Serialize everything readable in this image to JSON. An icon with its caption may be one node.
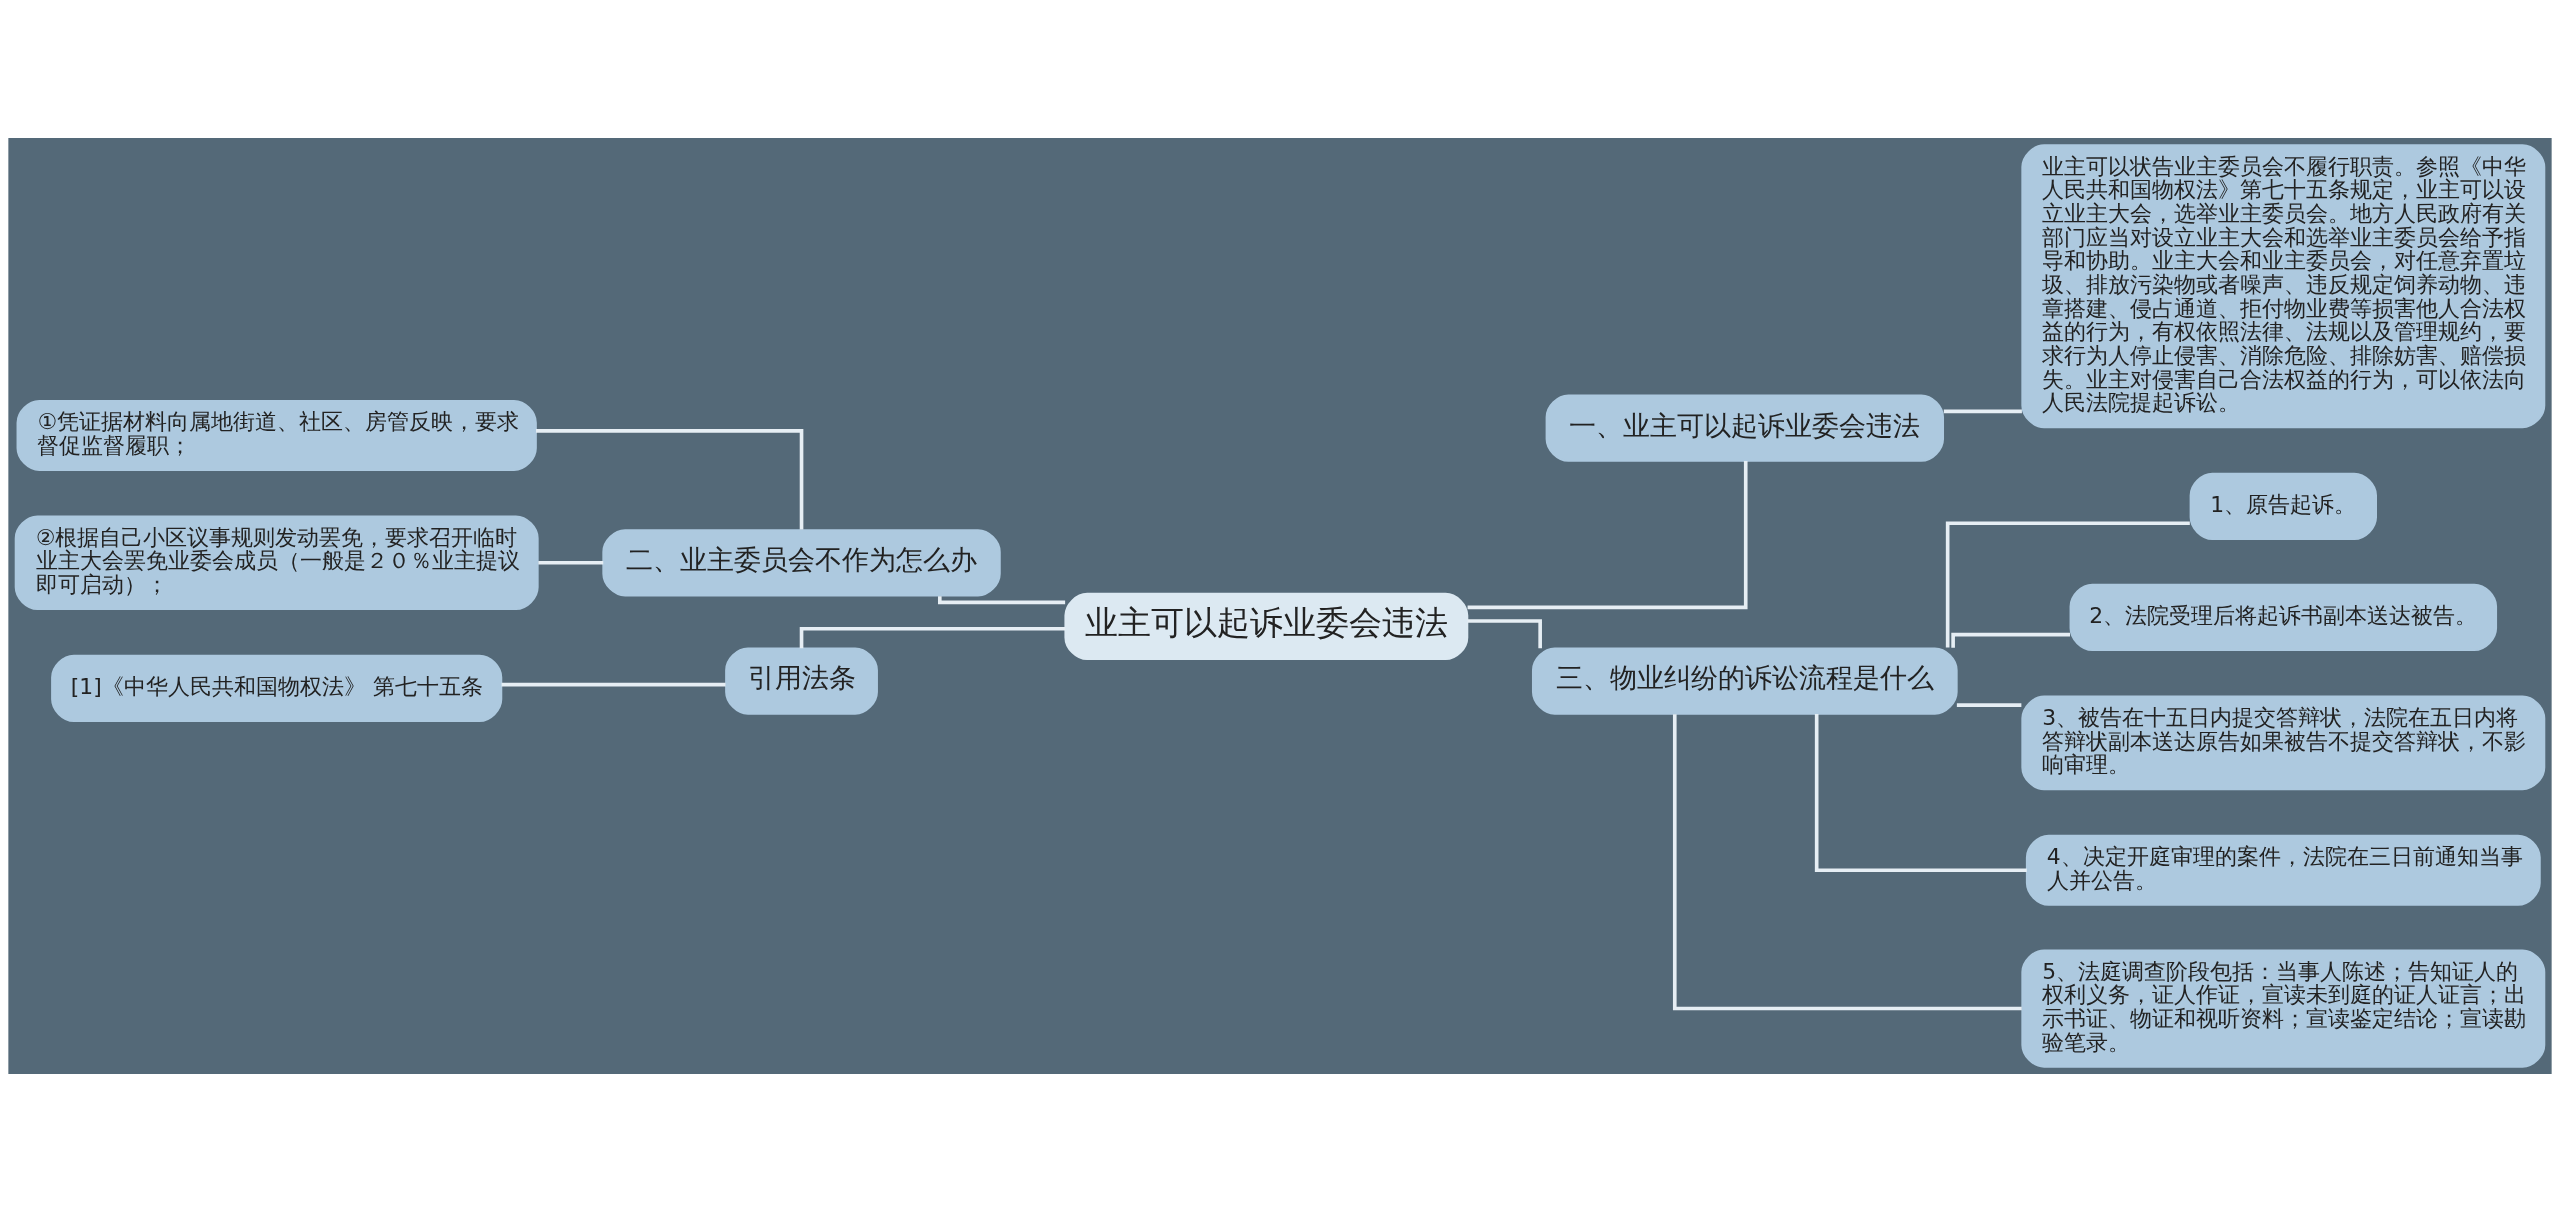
{
  "diagram": {
    "nodes": [
      {
        "text": [
          "业主可以起诉业委会违法"
        ]
      },
      {
        "text": [
          "一、业主可以起诉业委会违法"
        ]
      },
      {
        "text": [
          "业主可以状告业主委员会不履行职责。参照《中华人民共和国物权法》第七十五条规定，业主可以设立业主大会，选举业主委员会。地方人民政府有关部门应当对设立业主大会和选举业主委员会给予指导和协助。业主大会和业主委员会，对任意弃置垃圾、排放污染物或者噪声、违反规定饲养动物、违章搭建、侵占通道、拒付物业费等损害他人合法权益的行为，有权依照法律、法规以及管理规约，要求行为人停止侵害、消除危险、排除妨害、赔偿损失。业主对侵害自己合法权益的行为，可以依法向人民法院提起诉讼。"
        ]
      },
      {
        "text": [
          "三、物业纠纷的诉讼流程是什么"
        ]
      },
      {
        "text": [
          "1、原告起诉。"
        ]
      },
      {
        "text": [
          "2、法院受理后将起诉书副本送达被告。"
        ]
      },
      {
        "text": [
          "3、被告在十五日内提交答辩状，法院在五日内将答辩状副本送达原告如果被告不提交答辩状，不影响审理。"
        ]
      },
      {
        "text": [
          "4、决定开庭审理的案件，法院在三日前通知当事人并公告。"
        ]
      },
      {
        "text": [
          "5、法庭调查阶段包括：当事人陈述；告知证人的权利义务，证人作证，宣读未到庭的证人证言；出示书证、物证和视听资料；宣读鉴定结论；宣读勘验笔录。"
        ]
      },
      {
        "text": [
          "二、业主委员会不作为怎么办"
        ]
      },
      {
        "text": [
          "①凭证据材料向属地街道、社区、房管反映，要求督促监督履职；"
        ]
      },
      {
        "text": [
          "②根据自己小区议事规则发动罢免，要求召开临时业主大会罢免业委会成员（一般是２０％业主提议即可启动）；"
        ]
      },
      {
        "text": [
          "引用法条"
        ]
      },
      {
        "text": [
          "[1]《中华人民共和国物权法》 第七十五条"
        ]
      }
    ],
    "edges": [
      {
        "from": 0,
        "to": 1,
        "arrow": "none"
      },
      {
        "from": 1,
        "to": 2,
        "arrow": "none"
      },
      {
        "from": 0,
        "to": 3,
        "arrow": "none"
      },
      {
        "from": 3,
        "to": 4,
        "arrow": "none"
      },
      {
        "from": 3,
        "to": 5,
        "arrow": "none"
      },
      {
        "from": 3,
        "to": 6,
        "arrow": "none"
      },
      {
        "from": 3,
        "to": 7,
        "arrow": "none"
      },
      {
        "from": 3,
        "to": 8,
        "arrow": "none"
      },
      {
        "from": 0,
        "to": 9,
        "arrow": "none"
      },
      {
        "from": 9,
        "to": 10,
        "arrow": "none"
      },
      {
        "from": 9,
        "to": 11,
        "arrow": "none"
      },
      {
        "from": 0,
        "to": 12,
        "arrow": "none"
      },
      {
        "from": 12,
        "to": 13,
        "arrow": "none"
      }
    ]
  }
}
